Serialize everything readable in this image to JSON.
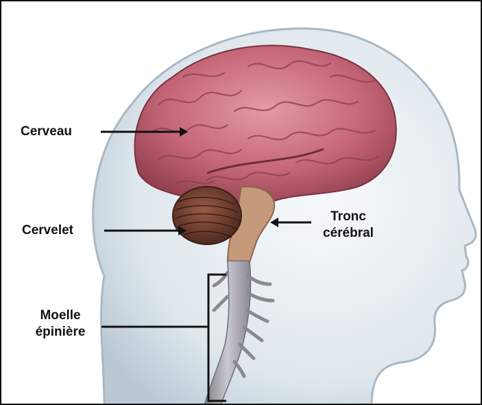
{
  "diagram": {
    "labels": {
      "cerveau": "Cerveau",
      "cervelet": "Cervelet",
      "tronc": [
        "Tronc",
        "cérébral"
      ],
      "moelle": [
        "Moelle",
        "épinière"
      ]
    }
  },
  "colors": {
    "head": "#d9e3ea",
    "brain": "#c06070",
    "cerebellum": "#6b3a2c",
    "stem": "#b98a6a",
    "spinal_cord": "#9c9aa2",
    "pointer": "#111111"
  }
}
